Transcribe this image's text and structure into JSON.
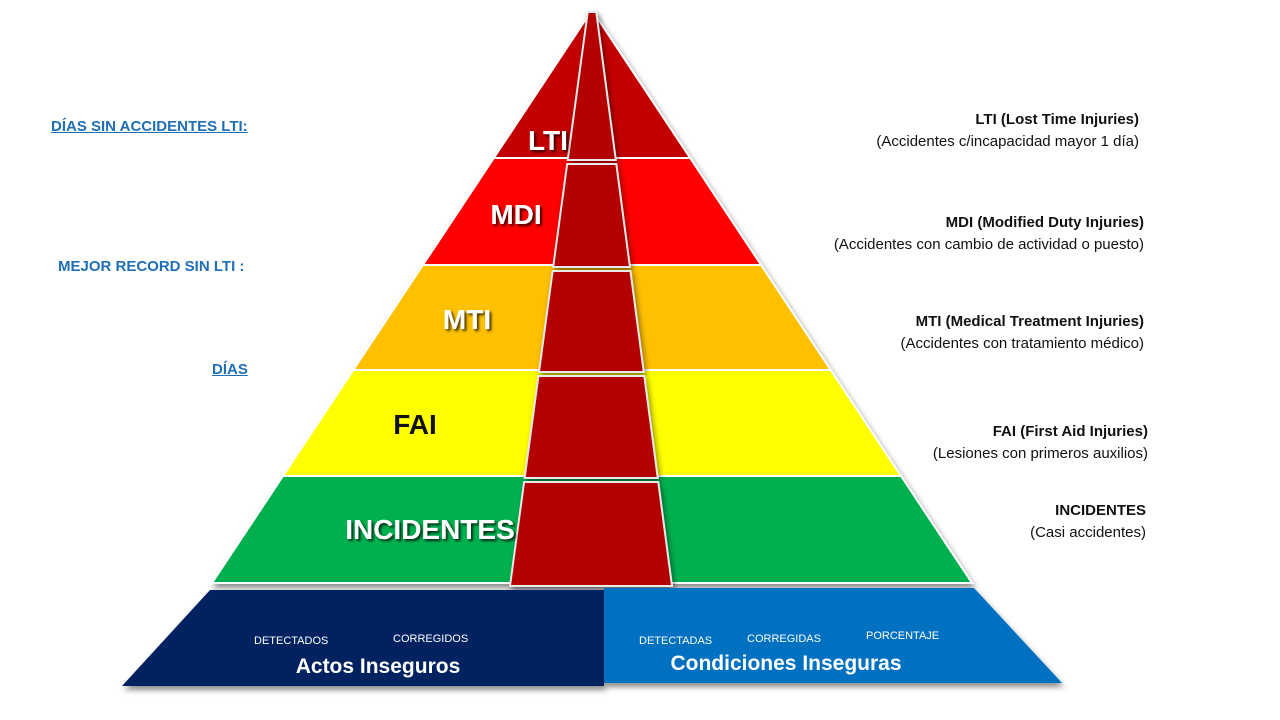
{
  "left_panel": {
    "dias_sin_accidentes": "DÍAS SIN ACCIDENTES LTI:",
    "mejor_record": "MEJOR RECORD SIN LTI :",
    "dias": "DÍAS"
  },
  "tiers": [
    {
      "label": "LTI",
      "title": "LTI (Lost Time Injuries)",
      "subtitle": "(Accidentes c/incapacidad mayor 1 día)",
      "color": "#c30000"
    },
    {
      "label": "MDI",
      "title": "MDI (Modified Duty Injuries)",
      "subtitle": "(Accidentes con cambio de actividad o puesto)",
      "color": "#fe0000"
    },
    {
      "label": "MTI",
      "title": "MTI (Medical Treatment Injuries)",
      "subtitle": "(Accidentes con tratamiento médico)",
      "color": "#ffc000"
    },
    {
      "label": "FAI",
      "title": "FAI (First Aid Injuries)",
      "subtitle": "(Lesiones con primeros auxilios)",
      "color": "#ffff00"
    },
    {
      "label": "INCIDENTES",
      "title": "INCIDENTES",
      "subtitle": "(Casi accidentes)",
      "color": "#00b050"
    }
  ],
  "center_band_color": "#b30000",
  "base": {
    "left": {
      "title": "Actos Inseguros",
      "color": "#002060",
      "columns": [
        "DETECTADOS",
        "CORREGIDOS"
      ]
    },
    "right": {
      "title": "Condiciones Inseguras",
      "color": "#0070c0",
      "columns": [
        "DETECTADAS",
        "CORREGIDAS",
        "PORCENTAJE"
      ]
    }
  }
}
